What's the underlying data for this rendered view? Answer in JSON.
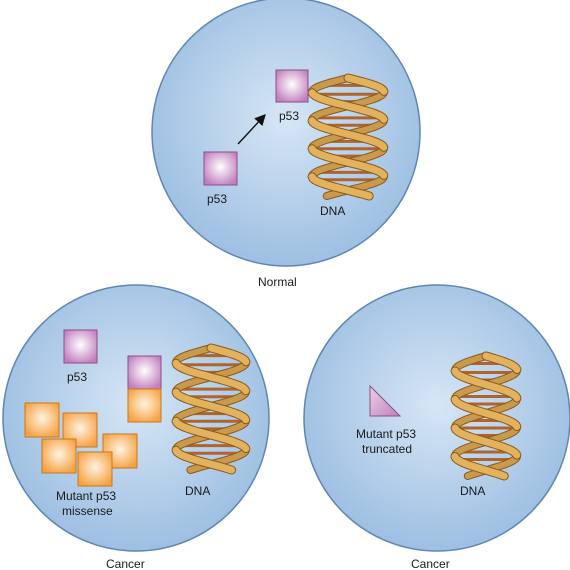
{
  "panels": {
    "normal": {
      "caption": "Normal",
      "p53_free_label": "p53",
      "p53_bound_label": "p53",
      "dna_label": "DNA"
    },
    "missense": {
      "caption": "Cancer",
      "p53_label": "p53",
      "mutant_label_line1": "Mutant p53",
      "mutant_label_line2": "missense",
      "dna_label": "DNA"
    },
    "truncated": {
      "caption": "Cancer",
      "mutant_label_line1": "Mutant p53",
      "mutant_label_line2": "truncated",
      "dna_label": "DNA"
    }
  },
  "colors": {
    "cell_fill": "#a9c8e6",
    "cell_edge": "#5f86b2",
    "p53_fill": "#c983c4",
    "p53_edge": "#8c4f88",
    "mutant_fill": "#f9a645",
    "mutant_edge": "#c9781c",
    "dna_strand": "#e3b25e",
    "dna_rung": "#b0642a"
  }
}
